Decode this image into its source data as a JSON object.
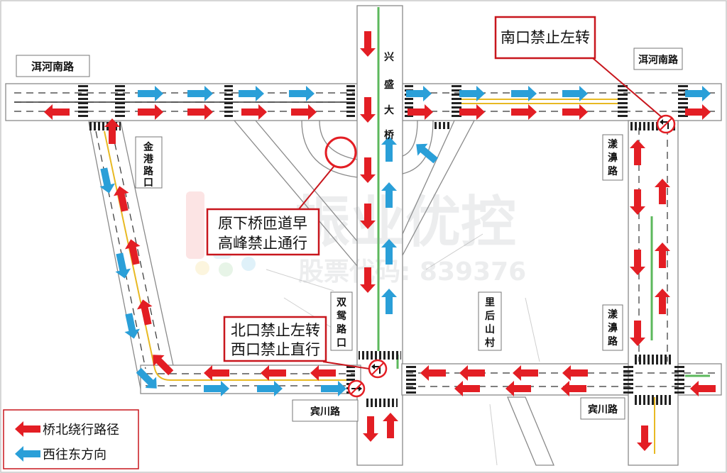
{
  "roads": {
    "erhe_south_left": "洱河南路",
    "erhe_south_right": "洱河南路",
    "xingsheng_bridge": [
      "兴",
      "盛",
      "大",
      "桥"
    ],
    "jingang": [
      "金",
      "港",
      "路",
      "口"
    ],
    "shuangyuan": [
      "双",
      "鸳",
      "路",
      "口"
    ],
    "lihoushan": [
      "里",
      "后",
      "山",
      "村"
    ],
    "yangbi_upper": [
      "漾",
      "濞",
      "路"
    ],
    "yangbi_lower": [
      "漾",
      "濞",
      "路"
    ],
    "binchuan_left": "宾川路",
    "binchuan_right": "宾川路"
  },
  "callouts": {
    "south_gate": "南口禁止左转",
    "ramp_line1": "原下桥匝道早",
    "ramp_line2": "高峰禁止通行",
    "north_line1": "北口禁止左转",
    "north_line2": "西口禁止直行"
  },
  "legend": {
    "red_label": "桥北绕行路径",
    "blue_label": "西往东方向"
  },
  "watermark": {
    "brand": "振业优控",
    "stock": "股票代码: 839376"
  },
  "colors": {
    "detour_red": "#e31e24",
    "direction_blue": "#2a9fd8",
    "callout_border": "#c8161d",
    "median_green": "#5cb85c",
    "centerline_yellow": "#e8b923"
  }
}
